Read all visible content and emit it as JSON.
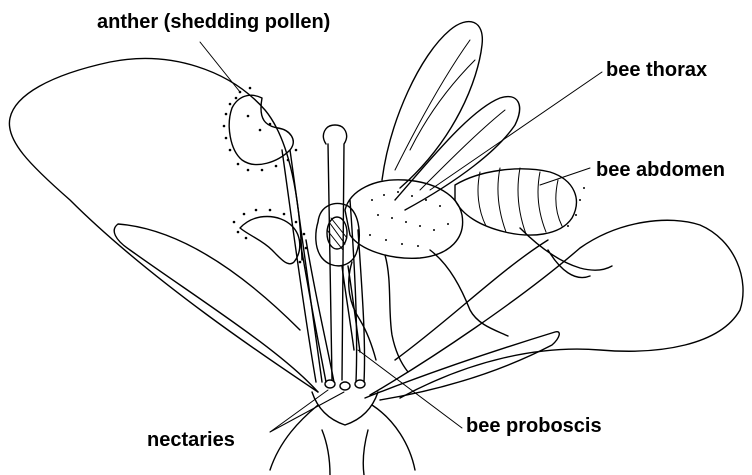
{
  "labels": {
    "anther": "anther (shedding pollen)",
    "thorax": "bee thorax",
    "abdomen": "bee abdomen",
    "nectaries": "nectaries",
    "proboscis": "bee proboscis"
  },
  "colors": {
    "ink": "#000000",
    "background": "#ffffff"
  }
}
